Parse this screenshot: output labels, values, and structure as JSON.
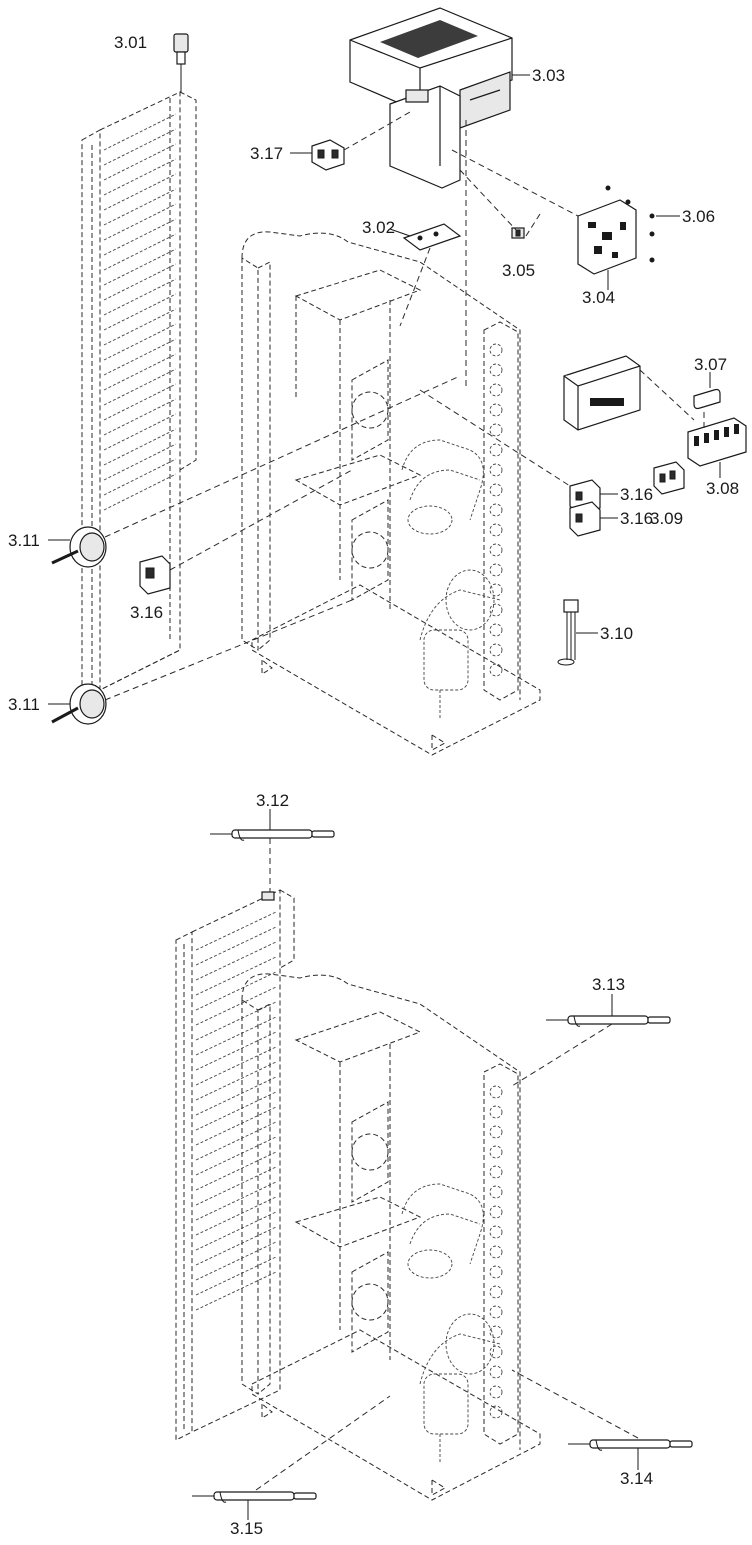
{
  "diagram": {
    "upper_labels": {
      "l301": "3.01",
      "l302": "3.02",
      "l303": "3.03",
      "l304": "3.04",
      "l305": "3.05",
      "l306": "3.06",
      "l307": "3.07",
      "l308": "3.08",
      "l309": "3.09",
      "l310": "3.10",
      "l311a": "3.11",
      "l311b": "3.11",
      "l316a": "3.16",
      "l316b": "3.16",
      "l316c": "3.16",
      "l317": "3.17"
    },
    "lower_labels": {
      "l312": "3.12",
      "l313": "3.13",
      "l314": "3.14",
      "l315": "3.15"
    }
  }
}
